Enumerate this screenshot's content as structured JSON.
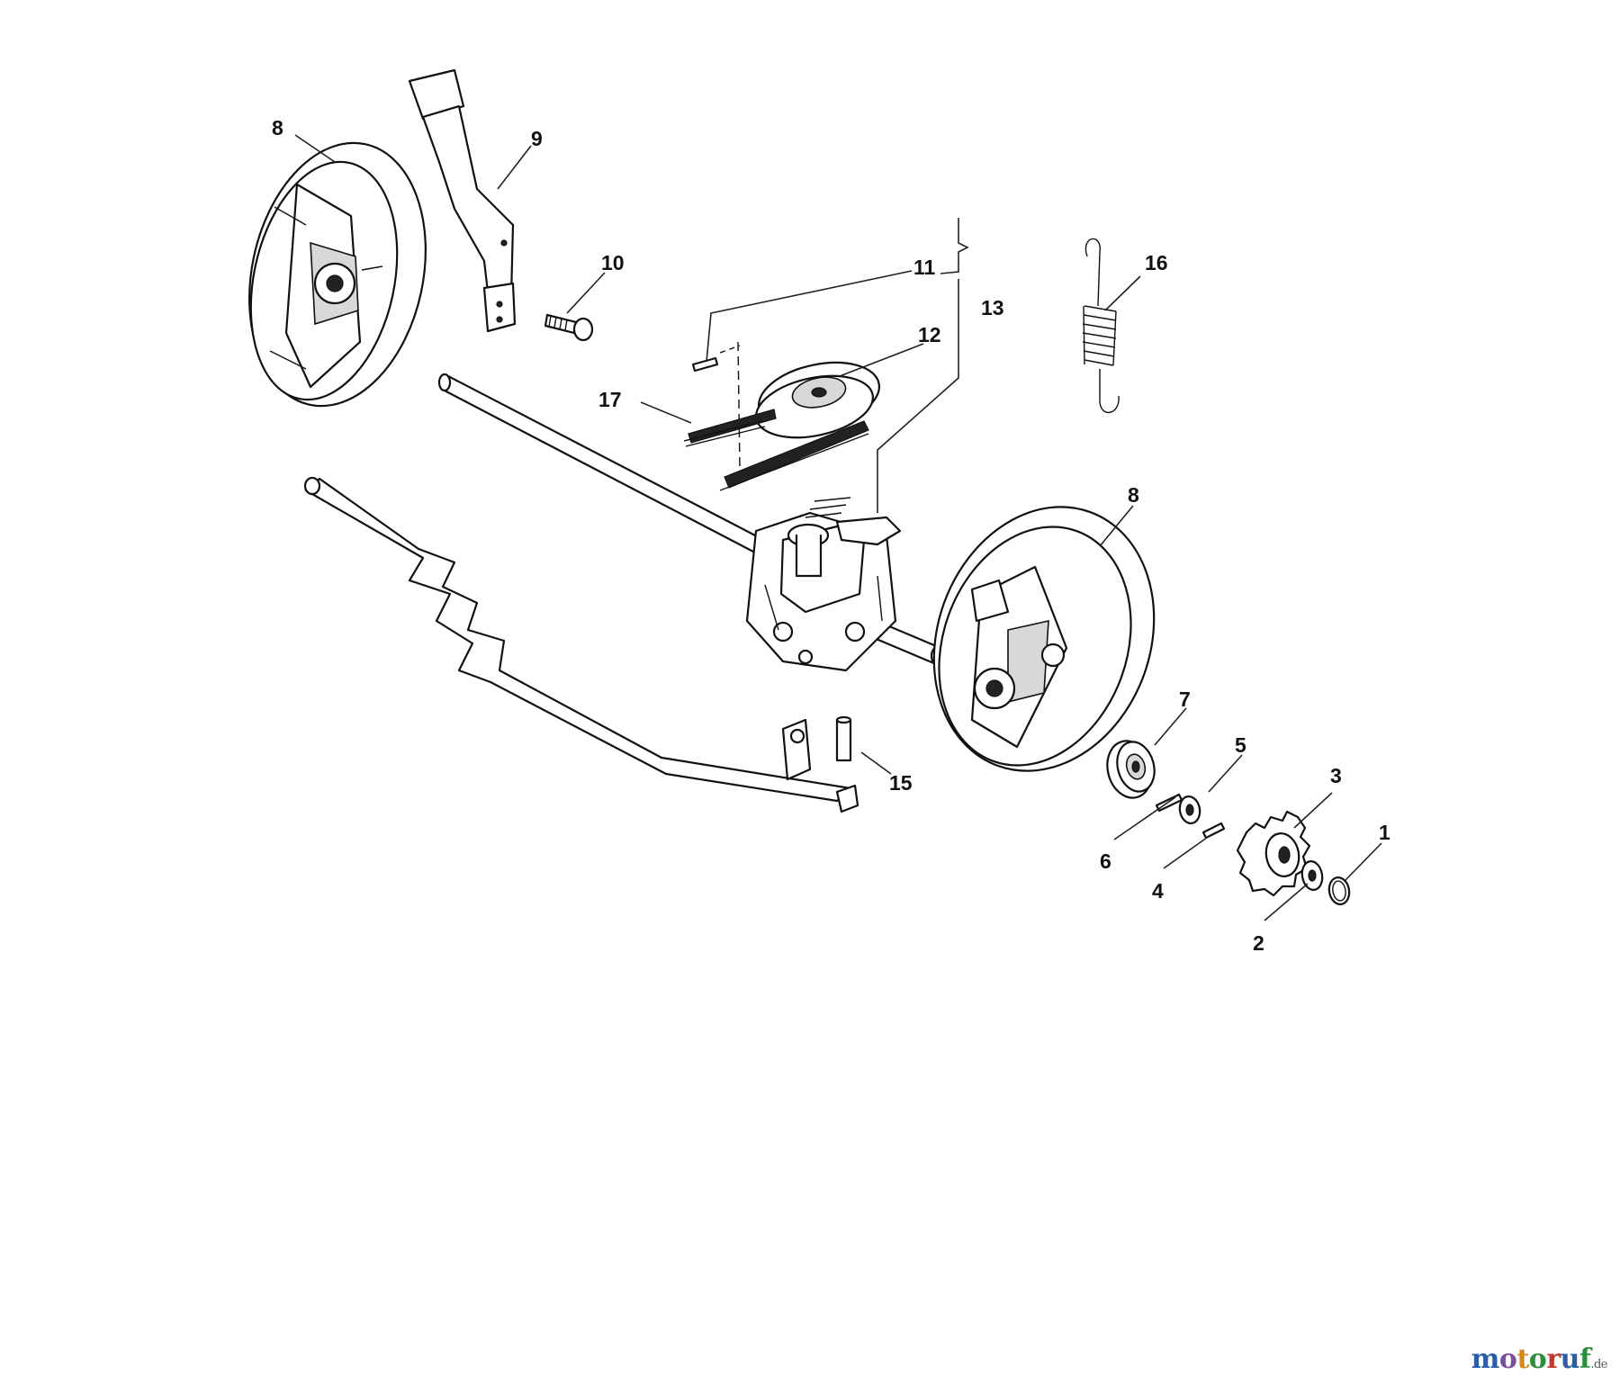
{
  "diagram": {
    "callouts": {
      "c1": "1",
      "c2": "2",
      "c3": "3",
      "c4": "4",
      "c5": "5",
      "c6": "6",
      "c7": "7",
      "c8a": "8",
      "c8b": "8",
      "c9": "9",
      "c10": "10",
      "c11": "11",
      "c12": "12",
      "c13": "13",
      "c15": "15",
      "c16": "16",
      "c17": "17"
    }
  },
  "watermark": {
    "letters": [
      "m",
      "o",
      "t",
      "o",
      "r",
      "u",
      "f"
    ],
    "letter_colors": [
      "#2a5fa8",
      "#7a4fa0",
      "#d08a1c",
      "#2a8f3c",
      "#c0392b",
      "#2a5fa8",
      "#2a8f3c"
    ],
    "suffix": ".de"
  }
}
